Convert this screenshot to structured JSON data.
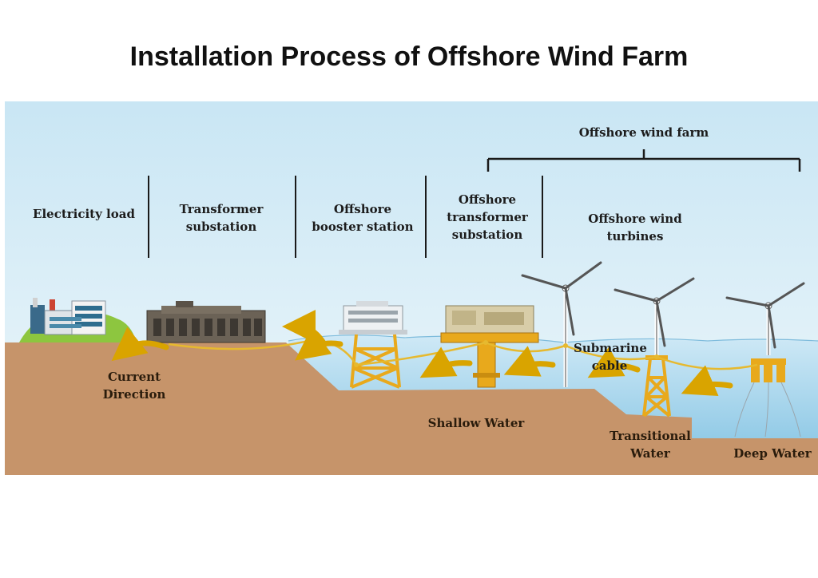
{
  "title": "Installation Process of Offshore Wind Farm",
  "labels": {
    "offshore_wind_farm": "Offshore wind farm",
    "electricity_load": "Electricity load",
    "transformer_substation": "Transformer substation",
    "offshore_booster_station": "Offshore booster station",
    "offshore_transformer_substation": "Offshore transformer substation",
    "offshore_wind_turbines": "Offshore wind turbines",
    "submarine_cable": "Submarine cable",
    "current_direction": "Current Direction",
    "shallow_water": "Shallow Water",
    "transitional_water": "Transitional Water",
    "deep_water": "Deep Water"
  },
  "colors": {
    "sky_top": "#c9e6f4",
    "sky_bottom": "#e9f5fa",
    "water": "#a9d8ee",
    "seabed": "#c6946a",
    "arrow": "#d9a400",
    "structure": "#e8a91c",
    "cable": "#e6b92f"
  }
}
